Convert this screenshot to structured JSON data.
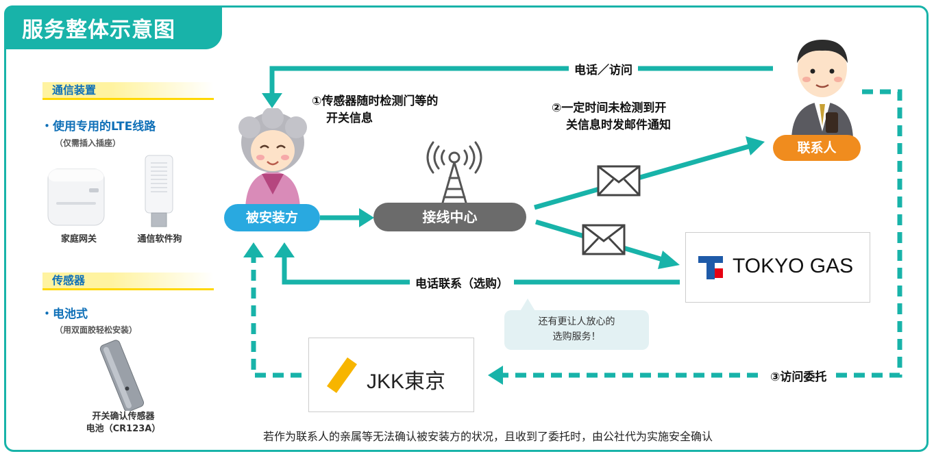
{
  "title": "服务整体示意图",
  "left_panel": {
    "comm": {
      "heading": "通信装置",
      "feature": "・使用专用的LTE线路",
      "note": "（仅需插入插座）",
      "device1": "家庭网关",
      "device2": "通信软件狗"
    },
    "sensor": {
      "heading": "传感器",
      "feature": "・电池式",
      "note": "（用双面胶轻松安装）",
      "caption_line1": "开关确认传感器",
      "caption_line2": "电池（CR123A）"
    }
  },
  "diagram": {
    "resident": "被安装方",
    "center": "接线中心",
    "contact": "联系人",
    "step1_line1": "①传感器随时检测门等的",
    "step1_line2": "开关信息",
    "step2_line1": "②一定时间未检测到开",
    "step2_line2": "关信息时发邮件通知",
    "phone_visit": "电话／访问",
    "phone_contact": "电话联系（选购）",
    "consult_line1": "还有更让人放心的",
    "consult_line2": "选购服务！",
    "step3": "③访问委托",
    "tokyo_gas": "TOKYO GAS",
    "jkk_latin": "JKK",
    "jkk_kanji": "東京",
    "footnote": "若作为联系人的亲属等无法确认被安装方的状况，且收到了委托时，由公社代为实施安全确认"
  },
  "colors": {
    "teal": "#18b3a9",
    "blue_pill": "#29a9e0",
    "orange_pill": "#f08c1e",
    "grey_pill": "#6b6b6b",
    "heading_blue": "#0e6fb7",
    "tokyo_gas_blue": "#1e5aa8",
    "tokyo_gas_red": "#e60012",
    "jkk_yellow": "#f7b500"
  },
  "icons": [
    "antenna-icon",
    "mail-icon",
    "elderly-woman-icon",
    "businessman-icon",
    "gateway-device-icon",
    "dongle-device-icon",
    "sensor-device-icon",
    "tokyo-gas-logo",
    "jkk-logo"
  ]
}
